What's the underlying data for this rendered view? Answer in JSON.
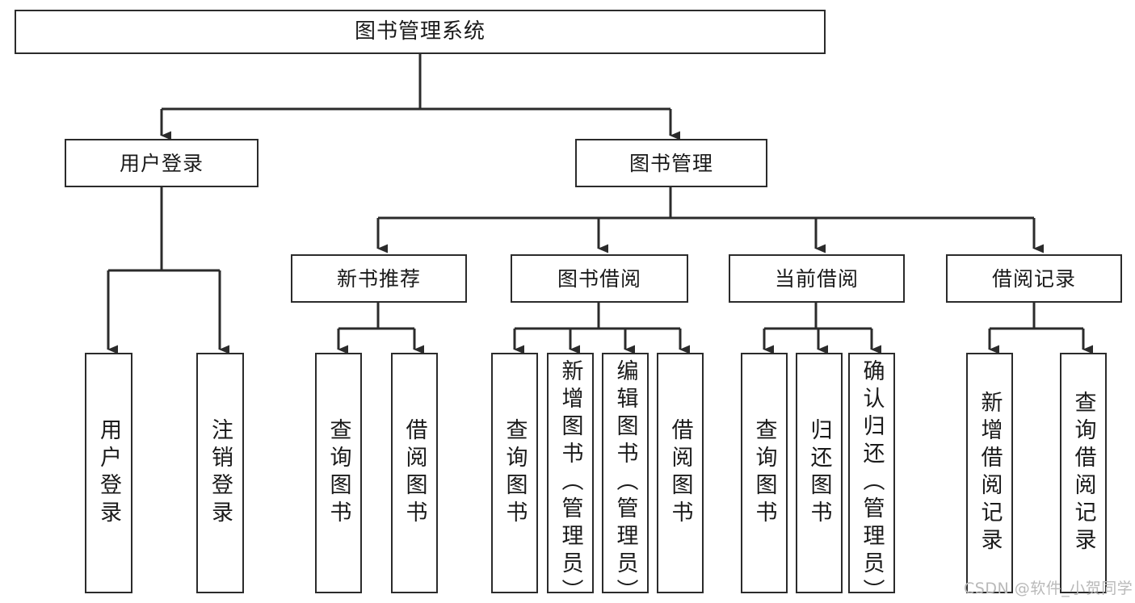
{
  "diagram": {
    "type": "tree-hierarchy",
    "title": "图书管理系统",
    "watermark": "CSDN @软件_小贺同学",
    "colors": {
      "border": "#2b2b2b",
      "background": "#ffffff",
      "text": "#1a1a1a",
      "watermark": "#b9b9b9"
    },
    "levels": {
      "root": {
        "label": "图书管理系统"
      },
      "level2": [
        {
          "label": "用户登录"
        },
        {
          "label": "图书管理"
        }
      ],
      "level3": [
        {
          "label": "新书推荐"
        },
        {
          "label": "图书借阅"
        },
        {
          "label": "当前借阅"
        },
        {
          "label": "借阅记录"
        }
      ]
    },
    "leaves": {
      "user_login": [
        {
          "label": "用户登录"
        },
        {
          "label": "注销登录"
        }
      ],
      "new_book_recommend": [
        {
          "label": "查询图书"
        },
        {
          "label": "借阅图书"
        }
      ],
      "book_borrow": [
        {
          "label": "查询图书"
        },
        {
          "label": "新增图书（管理员）"
        },
        {
          "label": "编辑图书（管理员）"
        },
        {
          "label": "借阅图书"
        }
      ],
      "current_borrow": [
        {
          "label": "查询图书"
        },
        {
          "label": "归还图书"
        },
        {
          "label": "确认归还（管理员）"
        }
      ],
      "borrow_records": [
        {
          "label": "新增借阅记录"
        },
        {
          "label": "查询借阅记录"
        }
      ]
    }
  }
}
